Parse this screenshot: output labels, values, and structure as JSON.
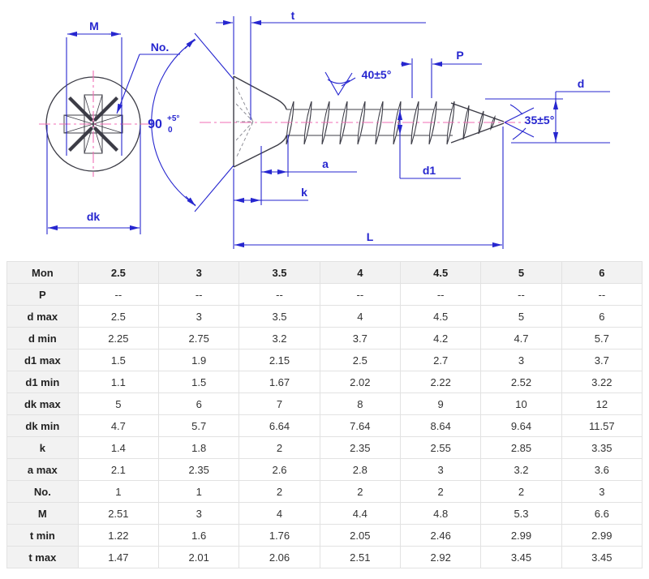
{
  "diagram": {
    "labels": {
      "m": "M",
      "no": "No.",
      "dk": "dk",
      "angle90": "90",
      "angle90_tol_up": "+5°",
      "angle90_tol_down": "0",
      "t": "t",
      "thread_angle": "40±5°",
      "p": "P",
      "d": "d",
      "d1": "d1",
      "tip_angle": "35±5°",
      "a": "a",
      "k": "k",
      "l": "L"
    },
    "colors": {
      "dimension_blue": "#2626cf",
      "centerline_pink": "#f06eb4",
      "outline_dark": "#3c3c46",
      "hidden_gray": "#8f8f97"
    }
  },
  "table": {
    "col_header_row": [
      "Mon",
      "2.5",
      "3",
      "3.5",
      "4",
      "4.5",
      "5",
      "6"
    ],
    "rows": [
      {
        "label": "P",
        "values": [
          "--",
          "--",
          "--",
          "--",
          "--",
          "--",
          "--"
        ]
      },
      {
        "label": "d max",
        "values": [
          "2.5",
          "3",
          "3.5",
          "4",
          "4.5",
          "5",
          "6"
        ]
      },
      {
        "label": "d min",
        "values": [
          "2.25",
          "2.75",
          "3.2",
          "3.7",
          "4.2",
          "4.7",
          "5.7"
        ]
      },
      {
        "label": "d1 max",
        "values": [
          "1.5",
          "1.9",
          "2.15",
          "2.5",
          "2.7",
          "3",
          "3.7"
        ]
      },
      {
        "label": "d1 min",
        "values": [
          "1.1",
          "1.5",
          "1.67",
          "2.02",
          "2.22",
          "2.52",
          "3.22"
        ]
      },
      {
        "label": "dk max",
        "values": [
          "5",
          "6",
          "7",
          "8",
          "9",
          "10",
          "12"
        ]
      },
      {
        "label": "dk min",
        "values": [
          "4.7",
          "5.7",
          "6.64",
          "7.64",
          "8.64",
          "9.64",
          "11.57"
        ]
      },
      {
        "label": "k",
        "values": [
          "1.4",
          "1.8",
          "2",
          "2.35",
          "2.55",
          "2.85",
          "3.35"
        ]
      },
      {
        "label": "a max",
        "values": [
          "2.1",
          "2.35",
          "2.6",
          "2.8",
          "3",
          "3.2",
          "3.6"
        ]
      },
      {
        "label": "No.",
        "values": [
          "1",
          "1",
          "2",
          "2",
          "2",
          "2",
          "3"
        ]
      },
      {
        "label": "M",
        "values": [
          "2.51",
          "3",
          "4",
          "4.4",
          "4.8",
          "5.3",
          "6.6"
        ]
      },
      {
        "label": "t min",
        "values": [
          "1.22",
          "1.6",
          "1.76",
          "2.05",
          "2.46",
          "2.99",
          "2.99"
        ]
      },
      {
        "label": "t max",
        "values": [
          "1.47",
          "2.01",
          "2.06",
          "2.51",
          "2.92",
          "3.45",
          "3.45"
        ]
      }
    ]
  }
}
